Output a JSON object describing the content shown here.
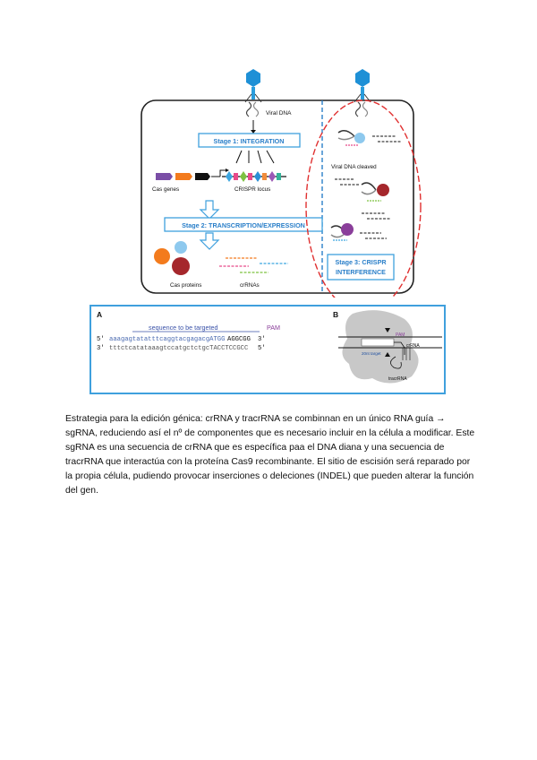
{
  "figure1": {
    "viral_dna_label": "Viral DNA",
    "stage1_label": "Stage 1: INTEGRATION",
    "cas_genes_label": "Cas genes",
    "crispr_locus_label": "CRISPR locus",
    "stage2_label": "Stage 2: TRANSCRIPTION/EXPRESSION",
    "cas_proteins_label": "Cas proteins",
    "crrnas_label": "crRNAs",
    "viral_dna_cleaved_label": "Viral DNA cleaved",
    "stage3_line1": "Stage 3: CRISPR",
    "stage3_line2": "INTERFERENCE",
    "colors": {
      "box_border": "#3fa0dd",
      "stage_text": "#2a7fc9",
      "phage_head": "#1e90d6",
      "red_ellipse": "#e03030",
      "cas_orange": "#f37b1d",
      "cas_blue": "#8ec9ee",
      "cas_red": "#a5272c",
      "purple": "#8a3e9a"
    }
  },
  "figure2": {
    "panel_a_label": "A",
    "panel_b_label": "B",
    "sequence_title": "sequence to be targeted",
    "pam_label": "PAM",
    "strand_top_prime5": "5'",
    "strand_top_target": "aaagagtatatttcaggtacgagacgATGG",
    "strand_top_rest": "AGGCGG",
    "strand_top_prime3": "3'",
    "strand_bottom_prime3": "3'",
    "strand_bottom_seq": "tttctcatataaagtccatgctctgcTACCTCCGCC",
    "strand_bottom_prime5": "5'",
    "b_pam": "PAM",
    "b_crrna": "crRNA",
    "b_target": "20nt target",
    "b_tracrrna": "tracrRNA"
  },
  "caption": {
    "text": "Estrategia para la edición génica: crRNA y tracrRNA se combinnan en un único RNA guía → sgRNA, reduciendo así el nº de componentes que es necesario incluir en la célula a modificar. Este sgRNA es una secuencia de crRNA que es específica paa el DNA diana y una secuencia de tracrRNA que interactúa con la proteína Cas9 recombinante. El sitio de escisión será reparado por la propia célula, pudiendo provocar inserciones o deleciones (INDEL) que pueden alterar la función del gen."
  }
}
